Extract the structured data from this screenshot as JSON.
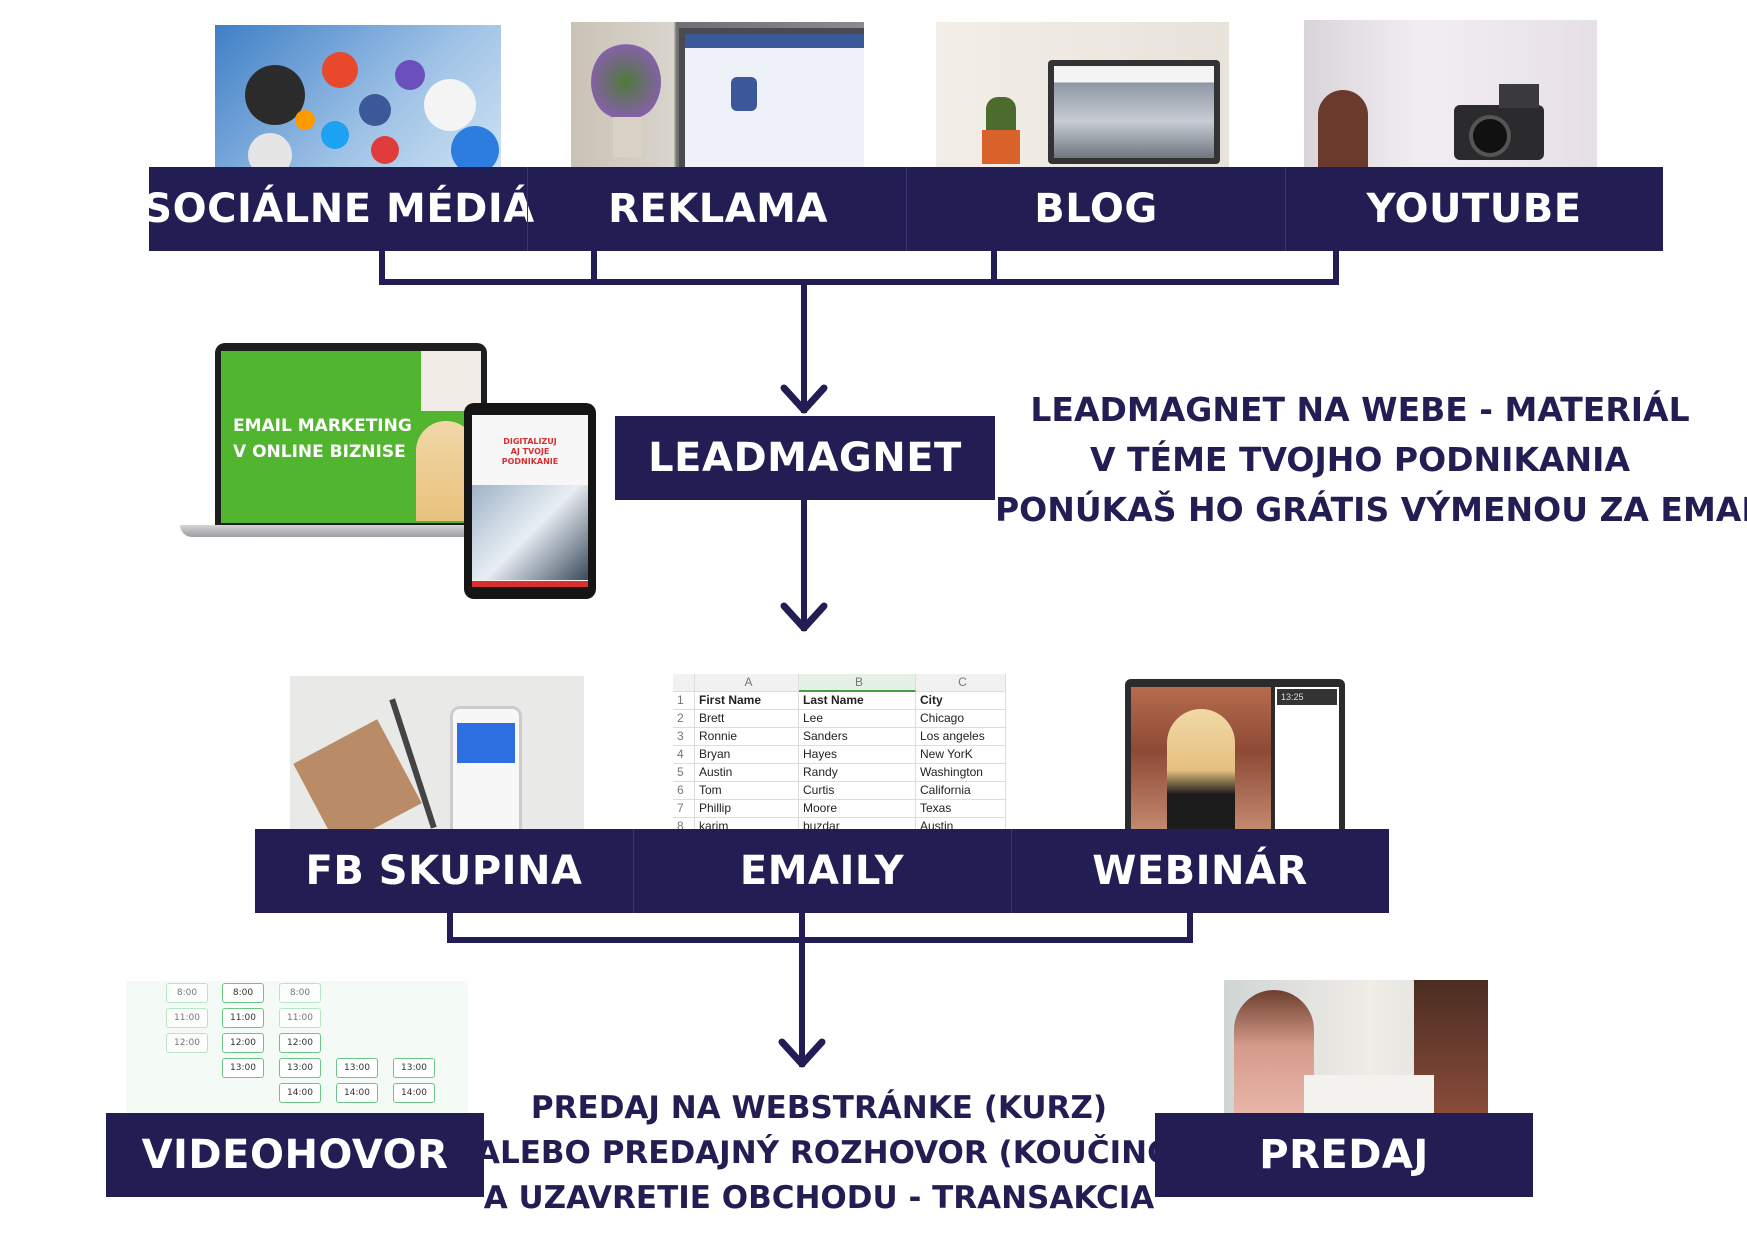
{
  "colors": {
    "navy": "#221d52",
    "background": "#ffffff",
    "green": "#52b52f",
    "red": "#d8302f"
  },
  "top_row": {
    "banners": [
      "SOCIÁLNE MÉDIÁ",
      "REKLAMA",
      "BLOG",
      "YOUTUBE"
    ],
    "photos": [
      "social-media-apps-photo",
      "facebook-ads-laptop-photo",
      "blog-laptop-photo",
      "youtube-camera-photo"
    ]
  },
  "leadmagnet": {
    "label": "LEADMAGNET",
    "note_lines": [
      "LEADMAGNET NA WEBE - MATERIÁL",
      "V TÉME TVOJHO PODNIKANIA",
      "PONÚKAŠ HO GRÁTIS VÝMENOU ZA EMAIL"
    ],
    "laptop_title_line1": "EMAIL MARKETING",
    "laptop_title_line2": "V ONLINE BIZNISE",
    "tablet_title": [
      "DIGITALIZUJ",
      "AJ TVOJE",
      "PODNIKANIE"
    ]
  },
  "middle_row": {
    "banners": [
      "FB SKUPINA",
      "EMAILY",
      "WEBINÁR"
    ],
    "spreadsheet": {
      "columns": [
        "A",
        "B",
        "C"
      ],
      "rows": [
        [
          "1",
          "First Name",
          "Last Name",
          "City"
        ],
        [
          "2",
          "Brett",
          "Lee",
          "Chicago"
        ],
        [
          "3",
          "Ronnie",
          "Sanders",
          "Los angeles"
        ],
        [
          "4",
          "Bryan",
          "Hayes",
          "New YorK"
        ],
        [
          "5",
          "Austin",
          "Randy",
          "Washington"
        ],
        [
          "6",
          "Tom",
          "Curtis",
          "California"
        ],
        [
          "7",
          "Phillip",
          "Moore",
          "Texas"
        ],
        [
          "8",
          "karim",
          "buzdar",
          "Austin"
        ]
      ]
    },
    "webinar_time": "13:25"
  },
  "bottom_row": {
    "left_banner": "VIDEOHOVOR",
    "right_banner": "PREDAJ",
    "note_lines": [
      "PREDAJ NA WEBSTRÁNKE (KURZ)",
      "ALEBO PREDAJNÝ ROZHOVOR (KOUČING)",
      "A UZAVRETIE OBCHODU - TRANSAKCIA"
    ],
    "calendar_times": [
      "8:00",
      "11:00",
      "12:00",
      "13:00",
      "14:00"
    ]
  }
}
